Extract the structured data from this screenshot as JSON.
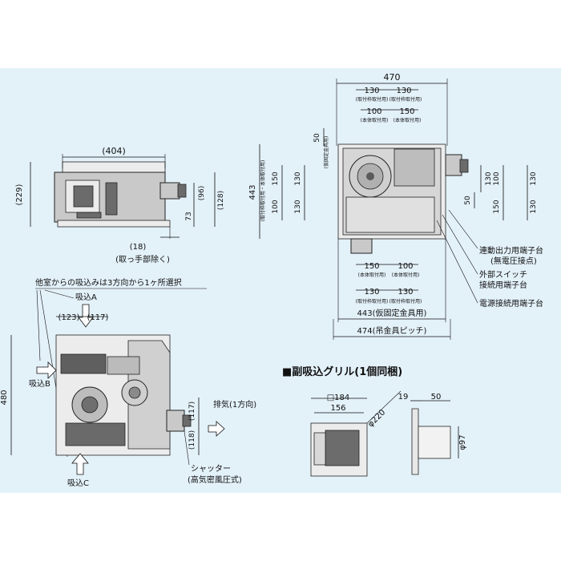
{
  "side_view": {
    "width": "(404)",
    "height": "(229)",
    "dim_96": "(96)",
    "dim_73": "73",
    "dim_128": "(128)",
    "dim_18": "(18)",
    "note_handle": "(取っ手部除く)"
  },
  "top_view": {
    "width_470": "470",
    "d130a": "130",
    "d130b": "130",
    "d100a": "100",
    "d150a": "150",
    "fix_label": "(取付枠取付用)",
    "body_label": "(本体取付用)",
    "d50_top": "50",
    "temp_fix_label": "(仮固定金具用)",
    "left_443": "443",
    "left_443_label": "(取付枠取付用・本体取付用)",
    "d150_l": "150",
    "d130_l": "130",
    "d100_l": "100",
    "d130_l2": "130",
    "d130_r": "130",
    "d100_r": "100",
    "d130_r2": "130",
    "d150_r": "150",
    "d50_r": "50",
    "d150_b": "150",
    "d100_b": "100",
    "d130_b": "130",
    "d130_b2": "130",
    "b443": "443(仮固定金具用)",
    "b474": "474(吊金具ピッチ)",
    "callout1_line1": "連動出力用端子台",
    "callout1_line2": "(無電圧接点)",
    "callout2_line1": "外部スイッチ",
    "callout2_line2": "接続用端子台",
    "callout3": "電源接続用端子台"
  },
  "front_view": {
    "intake_note": "他室からの吸込みは3方向から1ヶ所選択",
    "intake_a": "吸込A",
    "intake_b": "吸込B",
    "intake_c": "吸込C",
    "d123": "(123)",
    "d117_top": "(117)",
    "height_480": "480",
    "d117_right": "(117)",
    "d118": "(118)",
    "exhaust": "排気(1方向)",
    "shutter": "シャッター",
    "shutter_type": "(高気密風圧式)"
  },
  "grille": {
    "title": "■副吸込グリル(1個同梱)",
    "sq184": "□184",
    "d156": "156",
    "phi220": "φ220",
    "d19": "19",
    "d50": "50",
    "phi97": "φ97"
  }
}
